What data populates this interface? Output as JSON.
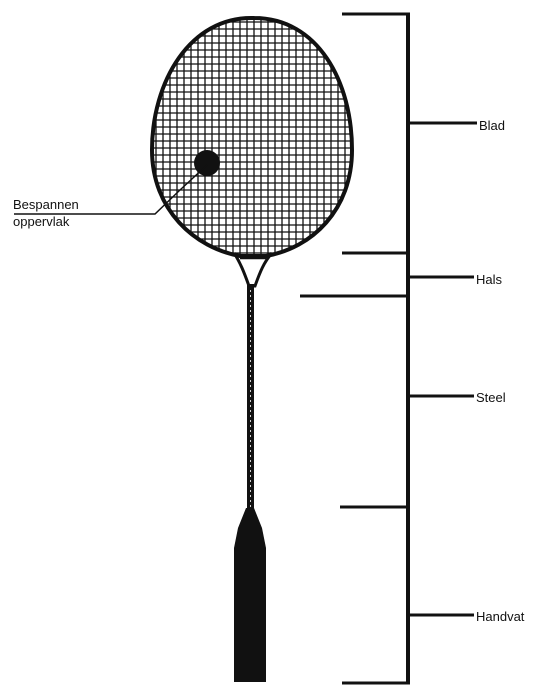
{
  "diagram": {
    "sections": [
      {
        "id": "blad",
        "label": "Blad"
      },
      {
        "id": "hals",
        "label": "Hals"
      },
      {
        "id": "steel",
        "label": "Steel"
      },
      {
        "id": "handvat",
        "label": "Handvat"
      }
    ],
    "callout": {
      "line1": "Bespannen",
      "line2": "oppervlak"
    },
    "colors": {
      "ink": "#111111",
      "background": "#ffffff"
    }
  }
}
